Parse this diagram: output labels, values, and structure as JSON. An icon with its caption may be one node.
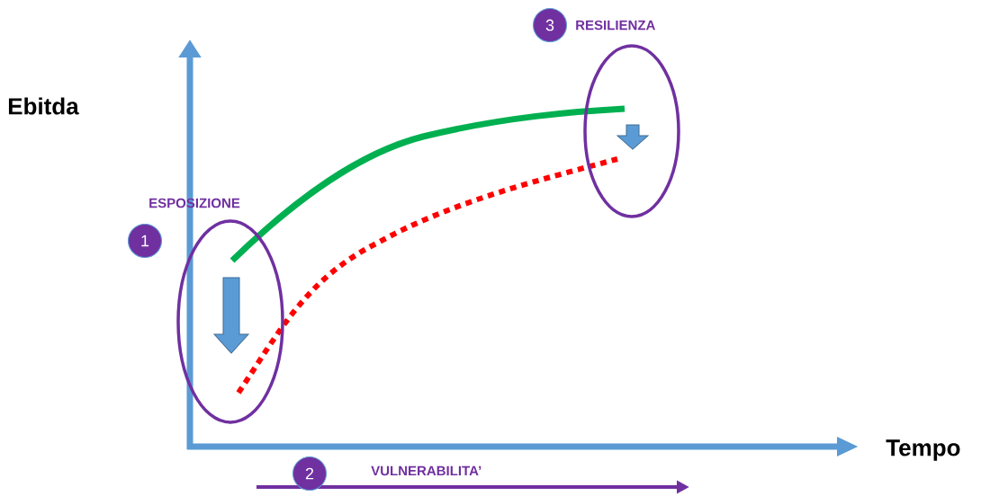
{
  "diagram": {
    "nodes": [
      {
        "text": [
          "1"
        ],
        "beside": [
          "ESPOSIZIONE"
        ]
      },
      {
        "text": [
          "2"
        ],
        "beside": [
          "VULNERABILITA’"
        ]
      },
      {
        "text": [
          "3"
        ],
        "beside": [
          "RESILIENZA"
        ]
      }
    ],
    "labels": [
      "Ebitda",
      "Tempo"
    ]
  }
}
